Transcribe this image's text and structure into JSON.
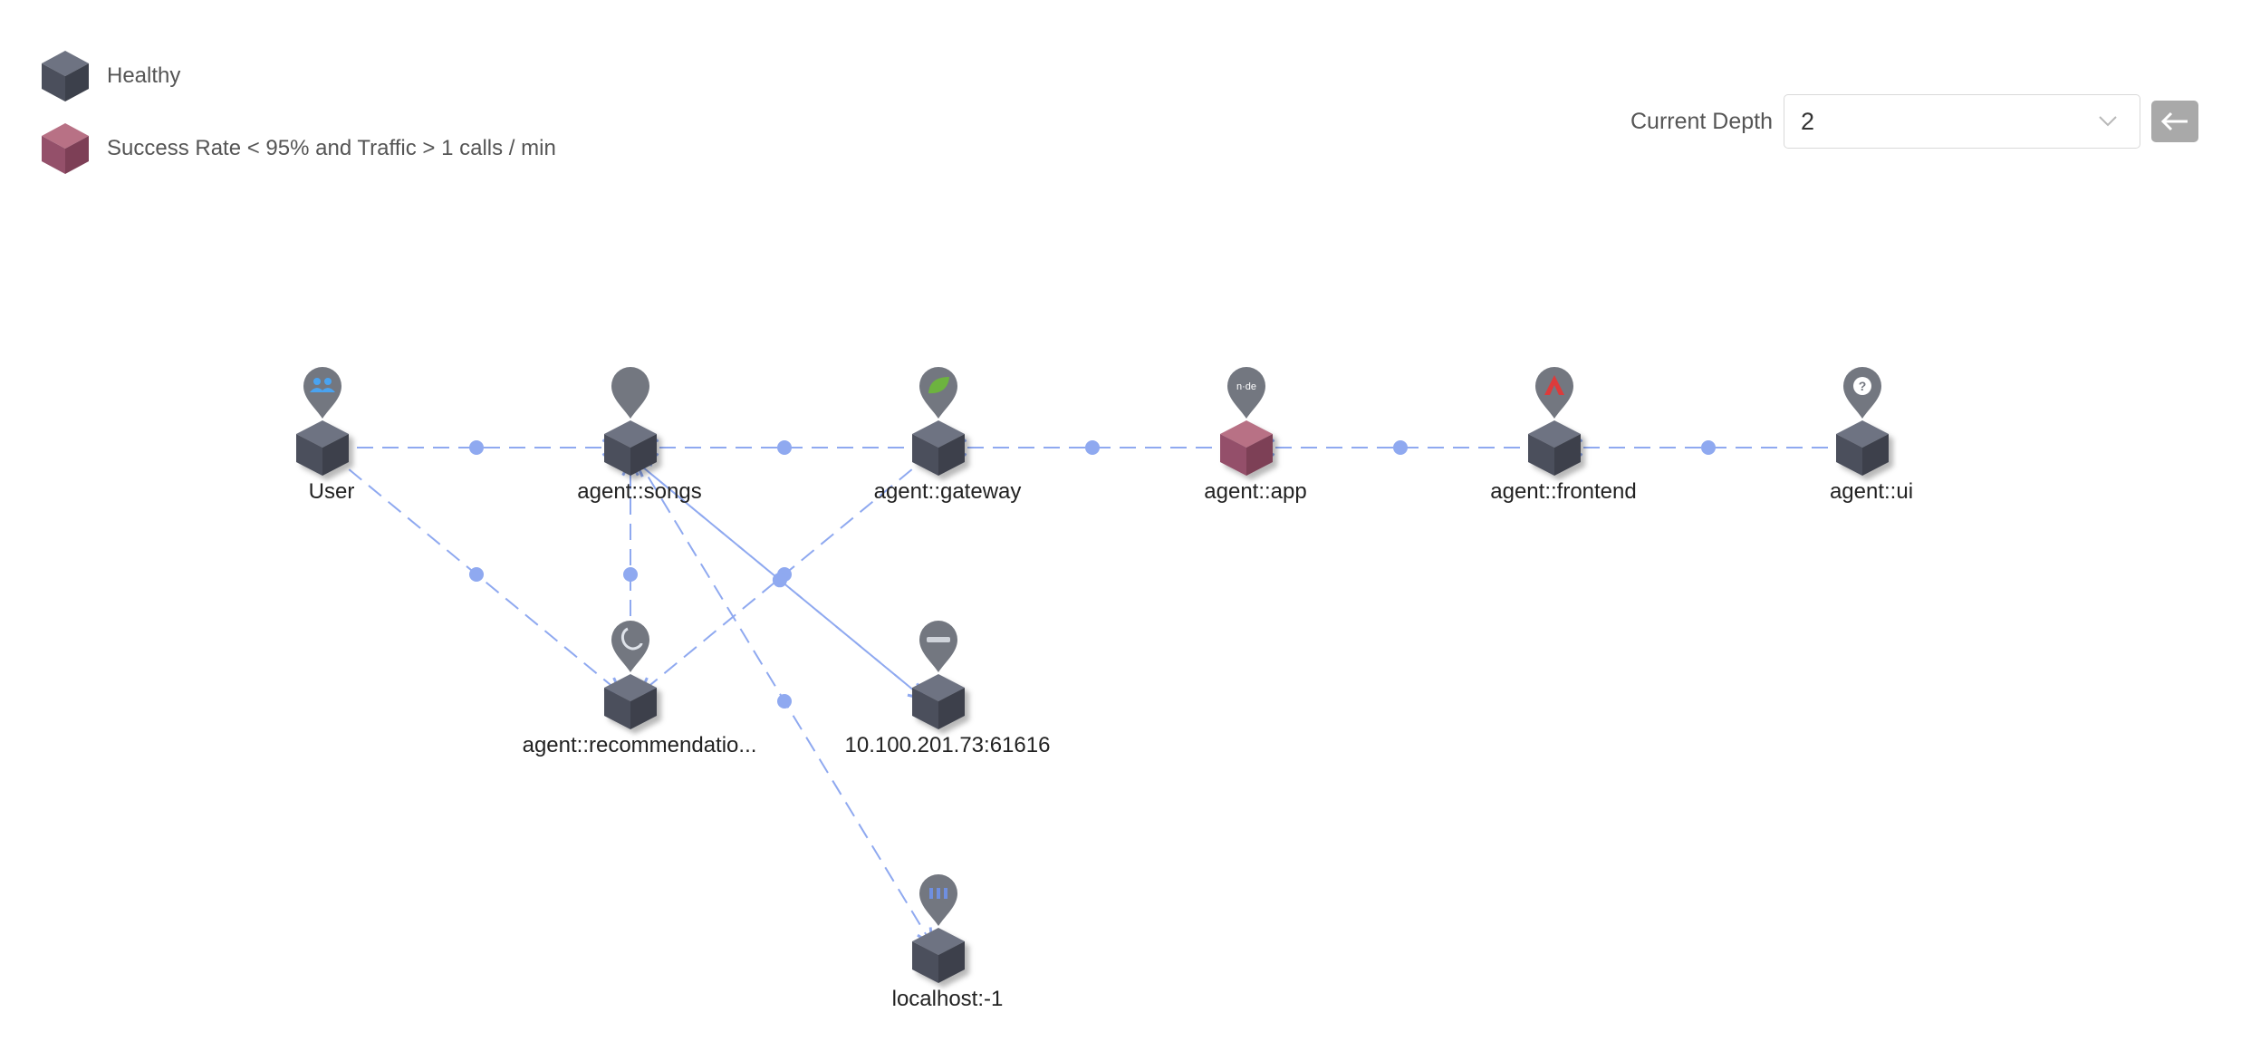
{
  "legend": {
    "healthy_label": "Healthy",
    "unhealthy_label": "Success Rate < 95% and Traffic > 1 calls / min",
    "healthy_color": "#5a5f6e",
    "unhealthy_color": "#a45d72"
  },
  "depth": {
    "label": "Current Depth",
    "value": "2",
    "back_icon": "arrow-left-icon"
  },
  "colors": {
    "edge": "#8fa9f0",
    "pin": "#737780"
  },
  "nodes": [
    {
      "id": "user",
      "label": "User",
      "icon": "users-icon",
      "status": "healthy"
    },
    {
      "id": "songs",
      "label": "agent::songs",
      "icon": "none",
      "status": "healthy"
    },
    {
      "id": "gateway",
      "label": "agent::gateway",
      "icon": "spring-leaf-icon",
      "status": "healthy"
    },
    {
      "id": "app",
      "label": "agent::app",
      "icon": "nodejs-icon",
      "status": "unhealthy"
    },
    {
      "id": "frontend",
      "label": "agent::frontend",
      "icon": "angular-icon",
      "status": "healthy"
    },
    {
      "id": "ui",
      "label": "agent::ui",
      "icon": "question-mark-icon",
      "status": "healthy"
    },
    {
      "id": "recommendation",
      "label": "agent::recommendatio...",
      "icon": "python-icon",
      "status": "healthy"
    },
    {
      "id": "activemq",
      "label": "10.100.201.73:61616",
      "icon": "activemq-icon",
      "status": "healthy"
    },
    {
      "id": "localhost",
      "label": "localhost:-1",
      "icon": "h2-database-icon",
      "status": "healthy"
    }
  ],
  "edges": [
    {
      "from": "user",
      "to": "songs"
    },
    {
      "from": "gateway",
      "to": "songs"
    },
    {
      "from": "app",
      "to": "gateway"
    },
    {
      "from": "frontend",
      "to": "app"
    },
    {
      "from": "ui",
      "to": "frontend"
    },
    {
      "from": "user",
      "to": "recommendation"
    },
    {
      "from": "recommendation",
      "to": "songs"
    },
    {
      "from": "gateway",
      "to": "recommendation"
    },
    {
      "from": "songs",
      "to": "activemq"
    },
    {
      "from": "activemq",
      "to": "songs"
    },
    {
      "from": "songs",
      "to": "localhost"
    }
  ]
}
